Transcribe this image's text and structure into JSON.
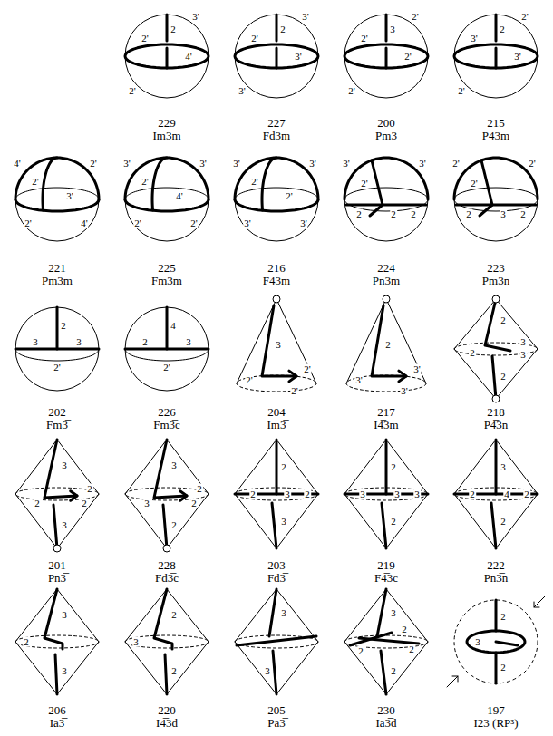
{
  "diagram": {
    "labels": [
      "229",
      "Im3̅m",
      "2'",
      "2",
      "3'",
      "4'",
      "2'",
      "227",
      "Fd3̅m",
      "2'",
      "2",
      "3'",
      "3'",
      "3'",
      "200",
      "Pm3̅",
      "2'",
      "3",
      "2'",
      "2'",
      "2'",
      "215",
      "P4̅3m",
      "3'",
      "2",
      "2'",
      "3'",
      "2'",
      "221",
      "Pm3̅m",
      "4'",
      "2'",
      "2'",
      "3'",
      "2'",
      "4'",
      "225",
      "Fm3̅m",
      "3'",
      "3'",
      "2'",
      "4'",
      "2'",
      "2'",
      "216",
      "F4̅3m",
      "3'",
      "3'",
      "2'",
      "2'",
      "3'",
      "3'",
      "224",
      "Pn3̅m",
      "3'",
      "3'",
      "2'",
      "2",
      "2",
      "2",
      "223",
      "Pm3̅n",
      "2'",
      "2'",
      "2'",
      "2",
      "3",
      "2",
      "202",
      "Fm3̅",
      "2",
      "3",
      "3",
      "2'",
      "226",
      "Fm3̅c",
      "4",
      "2",
      "3",
      "2'",
      "204",
      "Im3̅",
      "3",
      "2'",
      "2'",
      "2'",
      "217",
      "I4̅3m",
      "2",
      "3'",
      "3'",
      "3'",
      "218",
      "P4̅3n",
      "2",
      "3",
      "2",
      "3",
      "2",
      "201",
      "Pn3̅",
      "3",
      "2",
      "2",
      "2",
      "3",
      "228",
      "Fd3̅c",
      "3",
      "2",
      "3",
      "2",
      "2",
      "203",
      "Fd3̅",
      "2",
      "2",
      "3",
      "2",
      "3",
      "219",
      "F4̅3c",
      "2",
      "3",
      "3",
      "3",
      "2",
      "222",
      "Pn3̅n",
      "3",
      "2",
      "4",
      "2",
      "2",
      "206",
      "Ia3̅",
      "3",
      "2",
      "3",
      "220",
      "I4̅3d",
      "2",
      "3",
      "2",
      "205",
      "Pa3̅",
      "3",
      "3",
      "230",
      "Ia3̅d",
      "3",
      "2",
      "2",
      "2",
      "2",
      "197",
      "I23 (RP³)",
      "2",
      "3",
      "2"
    ]
  }
}
